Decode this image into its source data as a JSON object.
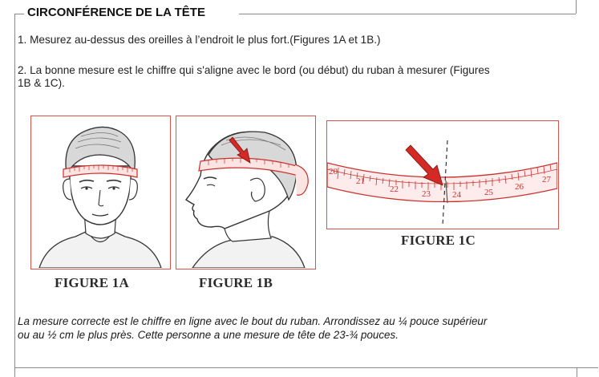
{
  "section": {
    "title": "CIRCONFÉRENCE DE LA TÊTE"
  },
  "steps": [
    {
      "text": "1. Mesurez au-dessus des oreilles à l’endroit le plus fort.(Figures 1A et 1B.)"
    },
    {
      "line1": "2. La bonne mesure est le chiffre qui s'aligne avec le bord (ou début) du ruban à mesurer (Figures",
      "line2": "1B & 1C)."
    }
  ],
  "figures": {
    "fig1a": {
      "caption": "FIGURE 1A",
      "icon": "head-front-tape-illustration"
    },
    "fig1b": {
      "caption": "FIGURE 1B",
      "icon": "head-side-tape-illustration"
    },
    "fig1c": {
      "caption": "FIGURE 1C",
      "icon": "tape-measure-closeup-illustration",
      "tape_numbers": [
        "20",
        "21",
        "22",
        "23",
        "24",
        "25",
        "26",
        "27"
      ]
    }
  },
  "note": {
    "line1": "La mesure correcte est le chiffre en ligne avec le bout du ruban. Arrondissez au ¼ pouce supérieur",
    "line2": "ou au ½ cm le plus près. Cette personne a une mesure de tête de 23-¾ pouces."
  },
  "colors": {
    "accent_red": "#d9534f",
    "arrow_red": "#d42a26",
    "frame": "#8a8a8a"
  }
}
